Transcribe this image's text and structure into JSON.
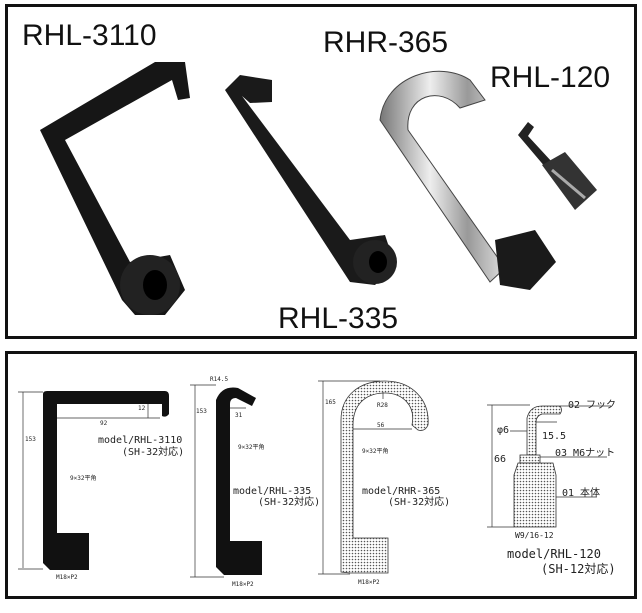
{
  "photo_labels": {
    "rhl3110": "RHL-3110",
    "rhr365": "RHR-365",
    "rhl120": "RHL-120",
    "rhl335": "RHL-335"
  },
  "drawings": {
    "rhl3110": {
      "height": "153",
      "width": "92",
      "gap": "12",
      "section": "9×32平角",
      "model": "model/RHL-3110",
      "compat": "(SH-32対応)",
      "thread": "M18×P2"
    },
    "rhl335": {
      "height": "153",
      "radius": "R14.5",
      "width": "31",
      "section": "9×32平角",
      "model": "model/RHL-335",
      "compat": "(SH-32対応)",
      "thread": "M18×P2"
    },
    "rhr365": {
      "height": "165",
      "radius": "R28",
      "width": "56",
      "section": "9×32平角",
      "model": "model/RHR-365",
      "compat": "(SH-32対応)",
      "thread": "M18×P2"
    },
    "rhl120": {
      "part02": "02 フック",
      "diameter": "φ6",
      "width": "15.5",
      "part03": "03 M6ナット",
      "height": "66",
      "part01": "01 本体",
      "thread": "W9/16-12",
      "model": "model/RHL-120",
      "compat": "(SH-12対応)"
    }
  },
  "colors": {
    "ink": "#111111",
    "silver": "#b8b8b8"
  }
}
